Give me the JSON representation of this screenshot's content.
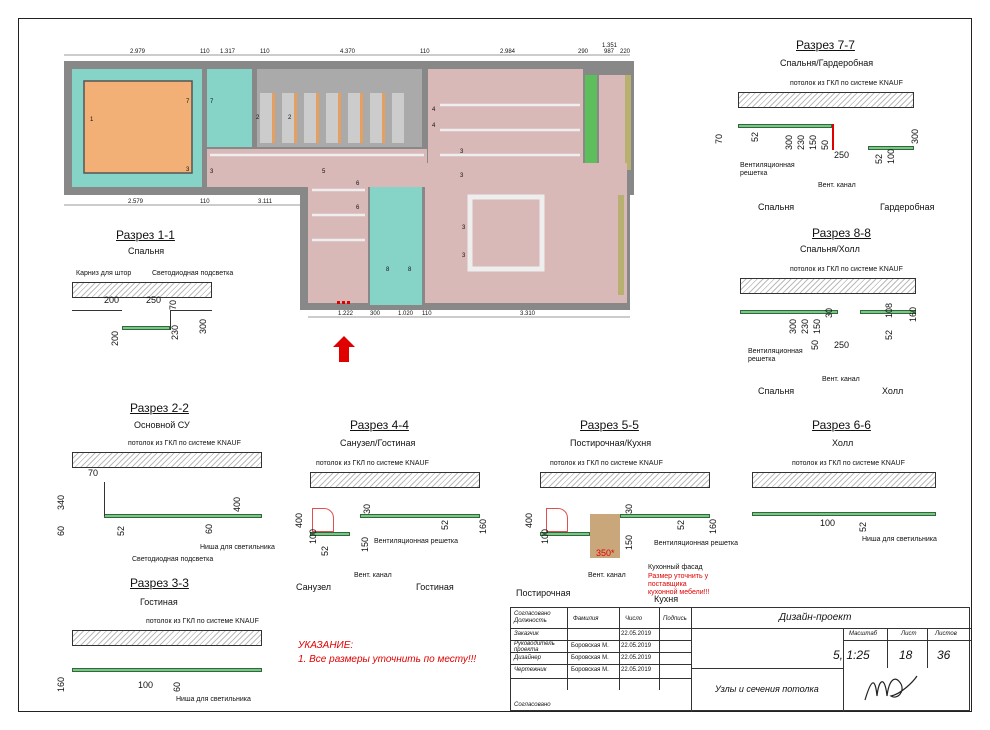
{
  "plan": {
    "dims_top": [
      "2.979",
      "110",
      "1.317",
      "110",
      "4.370",
      "110",
      "2.984",
      "290",
      "1.351",
      "987",
      "220"
    ],
    "dims_bottom_left": [
      "2.579",
      "110",
      "3.111"
    ],
    "dims_bottom": [
      "1.222",
      "300",
      "1.020",
      "110",
      "3.310"
    ],
    "marks": [
      "1",
      "3",
      "7",
      "7",
      "2",
      "2",
      "3",
      "4",
      "4",
      "5",
      "6",
      "6",
      "3",
      "3",
      "8",
      "8",
      "3",
      "3"
    ]
  },
  "sections": {
    "s11": {
      "title": "Разрез 1-1",
      "sub": "Спальня",
      "labels": {
        "cornice": "Карниз для штор",
        "led": "Светодиодная подсветка"
      },
      "dims": [
        "200",
        "250",
        "70",
        "230",
        "300",
        "200"
      ]
    },
    "s22": {
      "title": "Разрез 2-2",
      "sub": "Основной СУ",
      "labels": {
        "ceiling": "потолок из ГКЛ по системе KNAUF",
        "niche": "Ниша для светильника",
        "led": "Светодиодная подсветка"
      },
      "dims": [
        "70",
        "340",
        "60",
        "52",
        "60",
        "400"
      ]
    },
    "s33": {
      "title": "Разрез 3-3",
      "sub": "Гостиная",
      "labels": {
        "ceiling": "потолок из ГКЛ по системе KNAUF",
        "niche": "Ниша для светильника"
      },
      "dims": [
        "160",
        "100",
        "60"
      ]
    },
    "s44": {
      "title": "Разрез 4-4",
      "sub": "Санузел/Гостиная",
      "labels": {
        "ceiling": "потолок из ГКЛ по системе KNAUF",
        "vent_grille": "Вентиляционная решетка",
        "vent_channel": "Вент. канал",
        "left": "Санузел",
        "right": "Гостиная"
      },
      "dims": [
        "400",
        "100",
        "52",
        "30",
        "150",
        "52",
        "160"
      ]
    },
    "s55": {
      "title": "Разрез 5-5",
      "sub": "Постирочная/Кухня",
      "labels": {
        "ceiling": "потолок из ГКЛ по системе KNAUF",
        "vent_grille": "Вентиляционная решетка",
        "vent_channel": "Вент. канал",
        "facade": "Кухонный фасад",
        "note": "Размер уточнить у поставщика кухонной мебели!!!",
        "left": "Постирочная",
        "right": "Кухня"
      },
      "dims": [
        "400",
        "100",
        "150",
        "30",
        "52",
        "160",
        "350*"
      ]
    },
    "s66": {
      "title": "Разрез 6-6",
      "sub": "Холл",
      "labels": {
        "ceiling": "потолок из ГКЛ по системе KNAUF",
        "niche": "Ниша для светильника"
      },
      "dims": [
        "100",
        "52"
      ]
    },
    "s77": {
      "title": "Разрез 7-7",
      "sub": "Спальня/Гардеробная",
      "labels": {
        "ceiling": "потолок из ГКЛ по системе KNAUF",
        "vent_grille": "Вентиляционная решетка",
        "vent_channel": "Вент. канал",
        "left": "Спальня",
        "right": "Гардеробная"
      },
      "dims": [
        "70",
        "52",
        "300",
        "230",
        "150",
        "50",
        "250",
        "52",
        "100",
        "300"
      ]
    },
    "s88": {
      "title": "Разрез 8-8",
      "sub": "Спальня/Холл",
      "labels": {
        "ceiling": "потолок из ГКЛ по системе KNAUF",
        "vent_grille": "Вентиляционная решетка",
        "vent_channel": "Вент. канал",
        "left": "Спальня",
        "right": "Холл"
      },
      "dims": [
        "300",
        "230",
        "150",
        "30",
        "50",
        "250",
        "108",
        "52",
        "160"
      ]
    }
  },
  "note": {
    "title": "УКАЗАНИЕ:",
    "text": "1. Все размеры уточнить по месту!!!"
  },
  "stamp": {
    "h_role": "Согласовано Должность",
    "h_name": "Фамилия",
    "h_date": "Число",
    "h_sign": "Подпись",
    "rows": [
      {
        "role": "Заказчик",
        "name": "",
        "date": "22.05.2019"
      },
      {
        "role": "Руководитель проекта",
        "name": "Боровская М.",
        "date": "22.05.2019"
      },
      {
        "role": "Дизайнер",
        "name": "Боровская М.",
        "date": "22.05.2019"
      },
      {
        "role": "Чертежник",
        "name": "Боровская М.",
        "date": "22.05.2019"
      }
    ],
    "agreed": "Согласовано",
    "project": "Дизайн-проект",
    "h_scale": "Масштаб",
    "h_sheet": "Лист",
    "h_sheets": "Листов",
    "scale": "5, 1:25",
    "sheet": "18",
    "sheets": "36",
    "sheet_title": "Узлы и сечения потолка"
  },
  "colors": {
    "pink": "#d9b8b8",
    "teal": "#7fd3c5",
    "orange": "#f2b077",
    "green": "#5cbf5c",
    "olive": "#b8b070",
    "red": "#e00000"
  }
}
